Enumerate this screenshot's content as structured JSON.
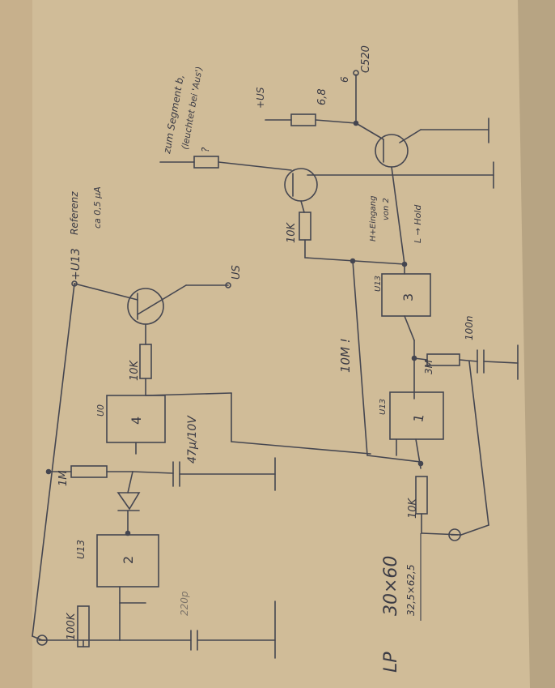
{
  "labels": {
    "u13_top": "+U13",
    "reference": "Referenz",
    "reference_sub": "ca 0,5 µA",
    "us_out": "US",
    "r_10k_a": "10K",
    "r_1m": "1M",
    "u0": "U0",
    "ic4": "4",
    "cap_47u": "47µ/10V",
    "ic2": "2",
    "r_100k": "100K",
    "u13_mid": "U13",
    "cap_220p": "220p",
    "zum_segment": "zum Segment b,",
    "leuchtet": "(leuchtet bei 'Aus')",
    "question": "?",
    "us_plus": "+US",
    "r_6k8": "6,8",
    "r_6": "6",
    "c520": "C520",
    "r_10k_b": "10K",
    "h_comp": "H+Eingang",
    "h_comp_sub": "von 2",
    "l_hold": "L → Hold",
    "ic3": "3",
    "u13_ic3": "U13",
    "r_10m": "10M !",
    "r_3m": "3M",
    "cap_100n": "100n",
    "ic1": "1",
    "u13_ic1": "U13",
    "r_10k_c": "10K",
    "lp": "LP",
    "lp_size": "30×60",
    "lp_sub": "32,5×62,5"
  }
}
